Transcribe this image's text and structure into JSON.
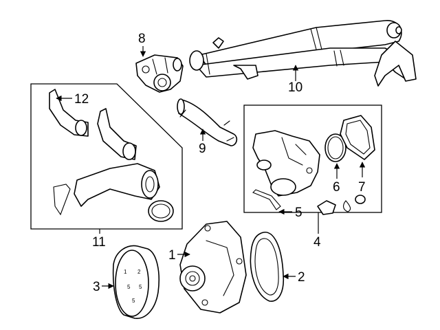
{
  "diagram": {
    "callouts": [
      {
        "id": "1",
        "text": "1"
      },
      {
        "id": "2",
        "text": "2"
      },
      {
        "id": "3",
        "text": "3"
      },
      {
        "id": "4",
        "text": "4"
      },
      {
        "id": "5",
        "text": "5"
      },
      {
        "id": "6",
        "text": "6"
      },
      {
        "id": "7",
        "text": "7"
      },
      {
        "id": "8",
        "text": "8"
      },
      {
        "id": "9",
        "text": "9"
      },
      {
        "id": "10",
        "text": "10"
      },
      {
        "id": "11",
        "text": "11"
      },
      {
        "id": "12",
        "text": "12"
      }
    ],
    "pulley_marks": {
      "m1": "1",
      "m2": "2",
      "m3": "5",
      "m4": "5",
      "m5": "5"
    }
  },
  "colors": {
    "line": "#000000",
    "background": "#ffffff"
  }
}
